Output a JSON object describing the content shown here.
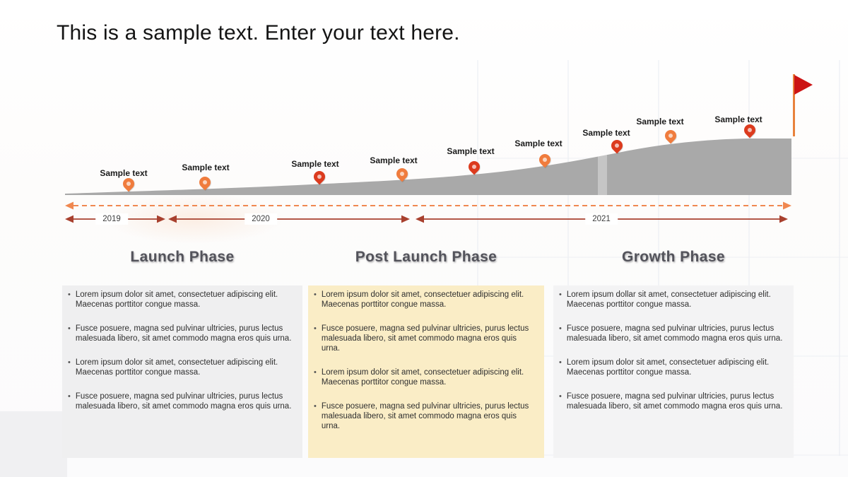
{
  "title": "This is a sample text. Enter your text here.",
  "colors": {
    "pin_orange": "#f07c3d",
    "pin_red": "#dc3b1e",
    "curve_gray": "#a9a9a9",
    "dashed_arrow_orange": "#f08850",
    "year_arrow_red": "#a8402e",
    "flag_red": "#cc1414",
    "flag_pole_orange": "#e8823c",
    "panel_gray": "#efeff0",
    "panel_yellow": "#faedc6",
    "heading_gray": "#53535b"
  },
  "timeline": {
    "pins": [
      {
        "label": "Sample text",
        "tone": "orange"
      },
      {
        "label": "Sample text",
        "tone": "orange"
      },
      {
        "label": "Sample text",
        "tone": "red"
      },
      {
        "label": "Sample text",
        "tone": "orange"
      },
      {
        "label": "Sample text",
        "tone": "red"
      },
      {
        "label": "Sample text",
        "tone": "orange"
      },
      {
        "label": "Sample text",
        "tone": "red"
      },
      {
        "label": "Sample text",
        "tone": "orange"
      },
      {
        "label": "Sample text",
        "tone": "red"
      }
    ],
    "years": [
      {
        "label": "2019"
      },
      {
        "label": "2020"
      },
      {
        "label": "2021"
      }
    ]
  },
  "phases": [
    {
      "heading": "Launch Phase",
      "bullets": [
        "Lorem ipsum dolor sit amet, consectetuer adipiscing elit. Maecenas porttitor congue massa.",
        "Fusce posuere, magna sed pulvinar ultricies, purus lectus malesuada libero, sit amet commodo magna eros quis urna.",
        "Lorem ipsum dolor sit amet, consectetuer adipiscing elit. Maecenas porttitor congue massa.",
        "Fusce posuere, magna sed pulvinar ultricies, purus lectus malesuada libero, sit amet commodo magna eros quis urna."
      ]
    },
    {
      "heading": "Post Launch Phase",
      "bullets": [
        "Lorem ipsum dolor sit amet, consectetuer adipiscing elit. Maecenas porttitor congue massa.",
        "Fusce posuere, magna sed pulvinar ultricies, purus lectus malesuada libero, sit amet commodo magna eros quis urna.",
        "Lorem ipsum dolor sit amet, consectetuer adipiscing elit. Maecenas porttitor congue massa.",
        "Fusce posuere, magna sed pulvinar ultricies, purus lectus malesuada libero, sit amet commodo magna eros quis urna."
      ]
    },
    {
      "heading": "Growth Phase",
      "bullets": [
        "Lorem ipsum dollar sit amet, consectetuer adipiscing elit. Maecenas porttitor congue massa.",
        "Fusce posuere, magna sed pulvinar ultricies, purus lectus malesuada libero, sit amet commodo magna eros quis urna.",
        "Lorem ipsum dolor sit amet, consectetuer adipiscing elit. Maecenas porttitor congue massa.",
        "Fusce posuere, magna sed pulvinar ultricies, purus lectus malesuada libero, sit amet commodo magna eros quis urna."
      ]
    }
  ]
}
